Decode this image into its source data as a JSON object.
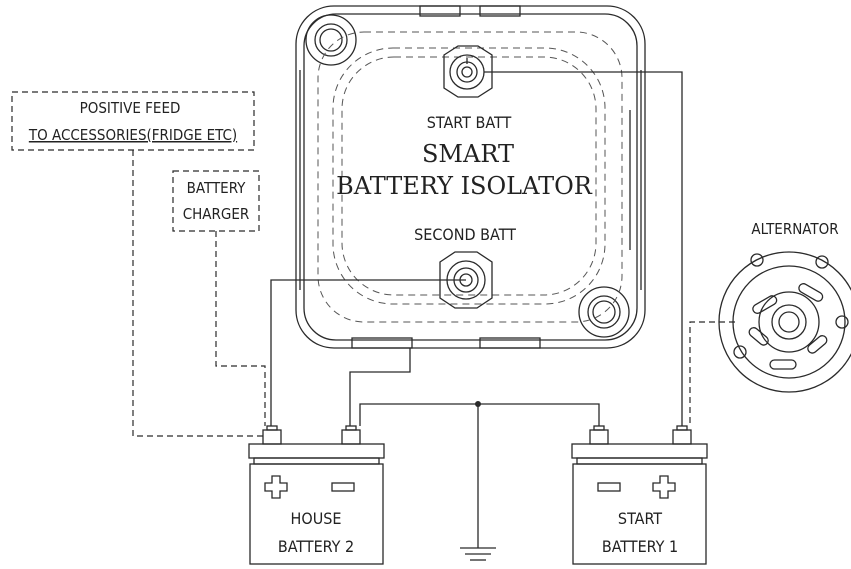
{
  "isolator": {
    "terminal_top": "START BATT",
    "title_line1": "SMART",
    "title_line2": "BATTERY ISOLATOR",
    "terminal_bottom": "SECOND BATT"
  },
  "positive_feed": {
    "line1": "POSITIVE FEED",
    "line2": "TO ACCESSORIES(FRIDGE ETC)"
  },
  "charger": {
    "line1": "BATTERY",
    "line2": "CHARGER"
  },
  "alternator": {
    "label": "ALTERNATOR"
  },
  "house_battery": {
    "line1": "HOUSE",
    "line2": "BATTERY 2"
  },
  "start_battery": {
    "line1": "START",
    "line2": "BATTERY 1"
  }
}
